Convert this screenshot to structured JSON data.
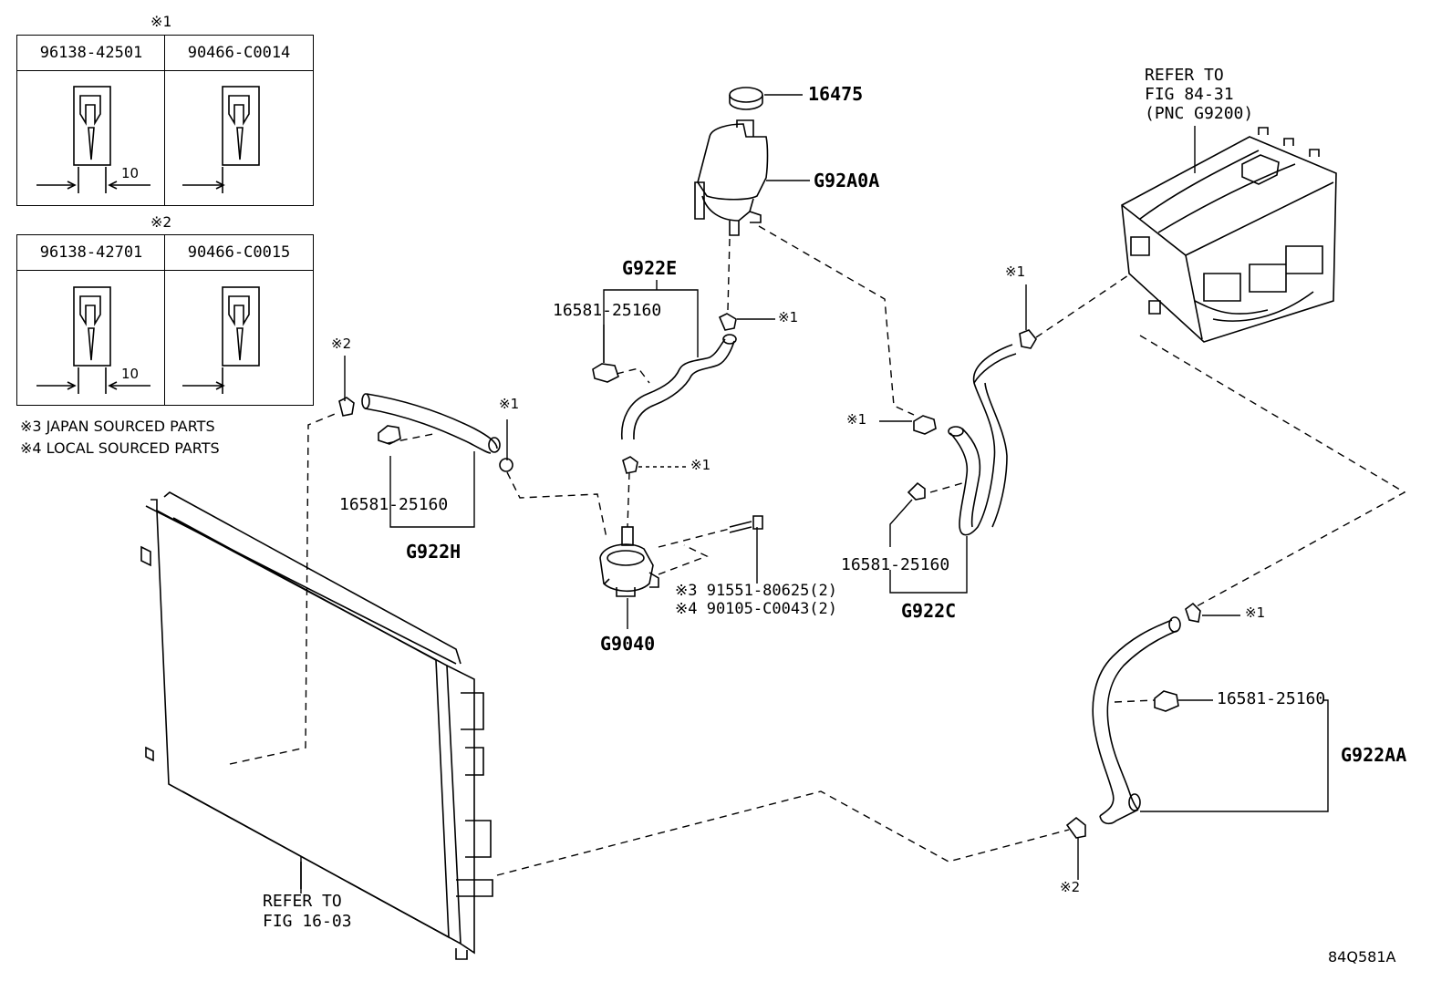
{
  "tables": [
    {
      "mark": "※1",
      "left_part": "96138-42501",
      "right_part": "90466-C0014",
      "dim": "10"
    },
    {
      "mark": "※2",
      "left_part": "96138-42701",
      "right_part": "90466-C0015",
      "dim": "10"
    }
  ],
  "notes": [
    "※3 JAPAN SOURCED PARTS",
    "※4 LOCAL SOURCED PARTS"
  ],
  "labels": {
    "cap": "16475",
    "reservoir": "G92A0A",
    "hose_e": "G922E",
    "clamp_e": "16581-25160",
    "mark_res_clip": "※1",
    "mark_pump_clip": "※1",
    "mark_h_clip2": "※2",
    "mark_h_clip1": "※1",
    "clamp_h": "16581-25160",
    "hose_h": "G922H",
    "bolt_jp": "※3 91551-80625(2)",
    "bolt_local": "※4 90105-C0043(2)",
    "pump": "G9040",
    "mark_c_clip1": "※1",
    "mark_c_top": "※1",
    "clamp_c": "16581-25160",
    "hose_c": "G922C",
    "inverter_ref_1": "REFER TO",
    "inverter_ref_2": "FIG 84-31",
    "inverter_ref_3": "(PNC G9200)",
    "mark_aa_top": "※1",
    "clamp_aa": "16581-25160",
    "hose_aa": "G922AA",
    "mark_aa_bottom": "※2",
    "radiator_ref_1": "REFER TO",
    "radiator_ref_2": "FIG 16-03",
    "diagram_id": "84Q581A"
  }
}
